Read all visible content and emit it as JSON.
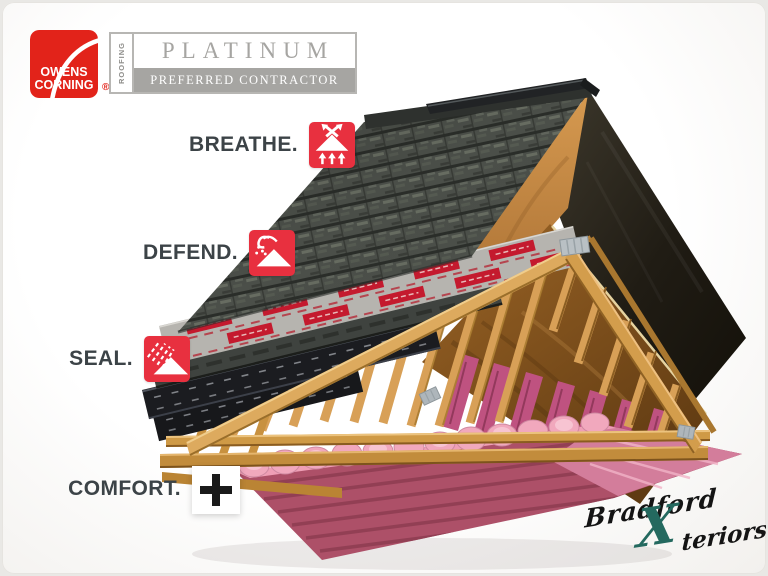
{
  "branding": {
    "owens_corning": {
      "line1": "OWENS",
      "line2": "CORNING",
      "registered": "®"
    },
    "platinum_badge": {
      "vertical_text": "ROOFING",
      "title": "PLATINUM",
      "subtitle": "PREFERRED CONTRACTOR"
    }
  },
  "layer_labels": [
    {
      "text": "BREATHE.",
      "icon": "ridge-vent-airflow-icon"
    },
    {
      "text": "DEFEND.",
      "icon": "storm-wind-roof-icon"
    },
    {
      "text": "SEAL.",
      "icon": "rain-barrier-roof-icon"
    },
    {
      "text": "COMFORT.",
      "icon": "plus-insulation-icon"
    }
  ],
  "footer_logo": {
    "word1": "Bradford",
    "letter": "X",
    "word2": "teriors"
  },
  "colors": {
    "owens_red": "#e2231a",
    "icon_red": "#e8303f",
    "badge_gray": "#a6a5a2",
    "label_text": "#3c4347",
    "bradford_teal": "#24695f",
    "insulation_pink": "#f1a8bd",
    "wood": "#d8a057"
  }
}
